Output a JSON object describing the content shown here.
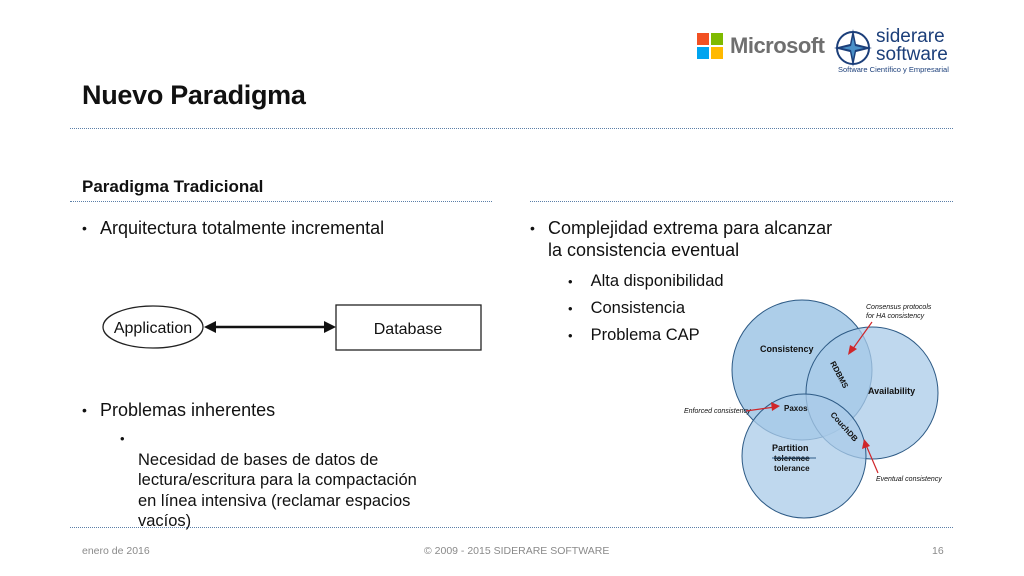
{
  "header": {
    "title": "Nuevo Paradigma",
    "microsoft_logo_text": "Microsoft",
    "sidera_logo_line1": "siderare",
    "sidera_logo_line2": "software",
    "sidera_logo_tagline": "Software Científico y Empresarial"
  },
  "subtitle": "Paradigma Tradicional",
  "left": {
    "bullet1": "Arquitectura totalmente incremental",
    "diagram": {
      "left_box": "Application",
      "right_box": "Database"
    },
    "bullet2": "Problemas inherentes",
    "sub1_lines": [
      "Necesidad de bases de datos de",
      "lectura/escritura para la compactación",
      "en línea intensiva (reclamar espacios",
      "vacíos)"
    ]
  },
  "right": {
    "bullet1_lines": [
      "Complejidad extrema para alcanzar",
      "la consistencia eventual"
    ],
    "sub_items": [
      "Alta disponibilidad",
      "Consistencia",
      "Problema CAP"
    ],
    "venn": {
      "consistency": "Consistency",
      "availability": "Availability",
      "partition_line1": "Partition",
      "partition_line2": "tolerence",
      "partition_line3": "tolerance",
      "rdbms": "RDBMS",
      "paxos": "Paxos",
      "couchdb": "CouchDB",
      "ann_consensus_line1": "Consensus protocols",
      "ann_consensus_line2": "for HA consistency",
      "ann_enforced": "Enforced consistency",
      "ann_eventual": "Eventual consistency"
    }
  },
  "footer": {
    "date": "enero de 2016",
    "copyright": "© 2009 - 2015 SIDERARE SOFTWARE",
    "page": "16"
  },
  "colors": {
    "ms_red": "#f25022",
    "ms_green": "#7fba00",
    "ms_blue": "#00a4ef",
    "ms_yellow": "#ffb900",
    "venn_fill": "#a9cbe8",
    "arrow_red": "#d0262a",
    "sidera_blue": "#1c3f7a"
  }
}
